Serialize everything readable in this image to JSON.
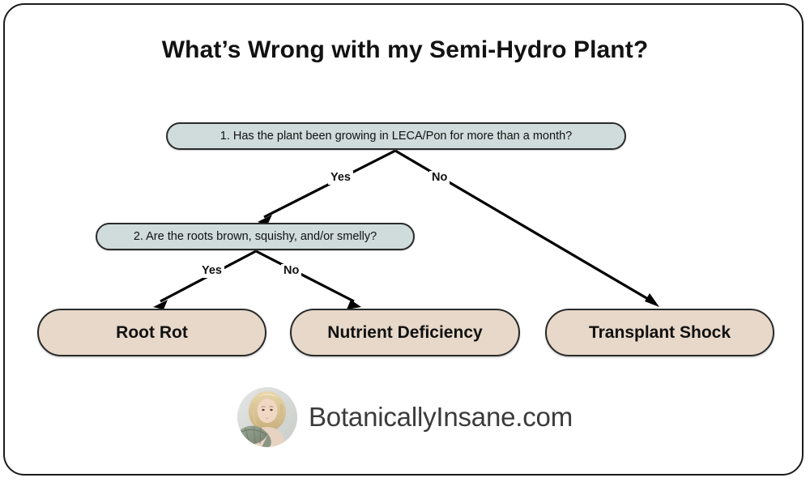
{
  "title": "What’s Wrong with my Semi-Hydro Plant?",
  "colors": {
    "decision_fill": "#cfdcdb",
    "outcome_fill": "#e7d8c9",
    "node_border": "#2a2a2a",
    "frame_border": "#1b1b1b",
    "edge_stroke": "#000000",
    "title_text": "#121212",
    "brand_text": "#3b3b3b"
  },
  "flowchart": {
    "type": "decision-tree",
    "nodes": [
      {
        "id": "q1",
        "kind": "decision",
        "label": "1. Has the plant been growing in LECA/Pon for more than a month?"
      },
      {
        "id": "q2",
        "kind": "decision",
        "label": "2. Are the roots brown, squishy, and/or smelly?"
      },
      {
        "id": "root_rot",
        "kind": "outcome",
        "label": "Root Rot"
      },
      {
        "id": "nutrient_deficiency",
        "kind": "outcome",
        "label": "Nutrient Deficiency"
      },
      {
        "id": "transplant_shock",
        "kind": "outcome",
        "label": "Transplant Shock"
      }
    ],
    "edges": [
      {
        "from": "q1",
        "to": "q2",
        "label": "Yes"
      },
      {
        "from": "q1",
        "to": "transplant_shock",
        "label": "No"
      },
      {
        "from": "q2",
        "to": "root_rot",
        "label": "Yes"
      },
      {
        "from": "q2",
        "to": "nutrient_deficiency",
        "label": "No"
      }
    ]
  },
  "brand": {
    "name": "BotanicallyInsane.com",
    "avatar_alt": "avatar-photo"
  }
}
